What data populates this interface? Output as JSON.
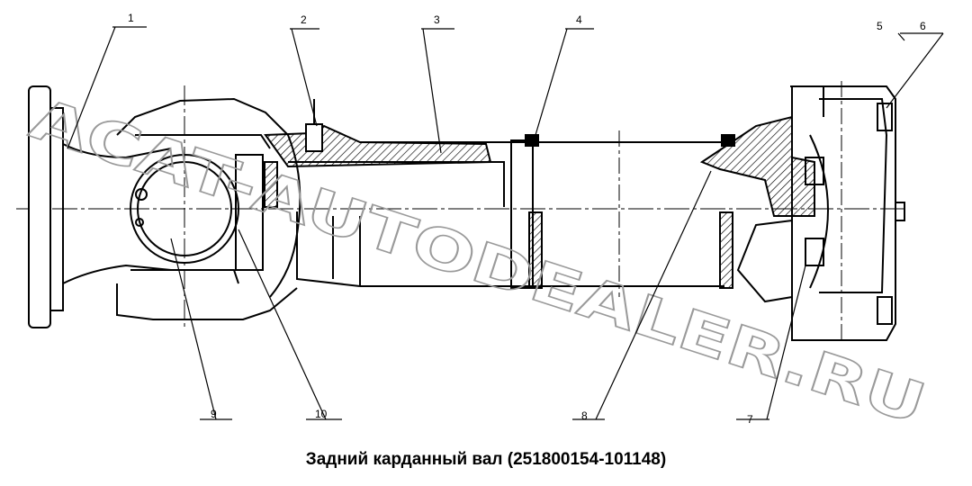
{
  "caption": "Задний карданный вал (251800154-101148)",
  "watermark": "ACAT-AUTODEALER.RU",
  "callouts": [
    "1",
    "2",
    "3",
    "4",
    "5",
    "6",
    "7",
    "8",
    "9",
    "10"
  ],
  "colors": {
    "line": "#000000",
    "watermark": "#9a9a9a",
    "background": "#ffffff"
  }
}
